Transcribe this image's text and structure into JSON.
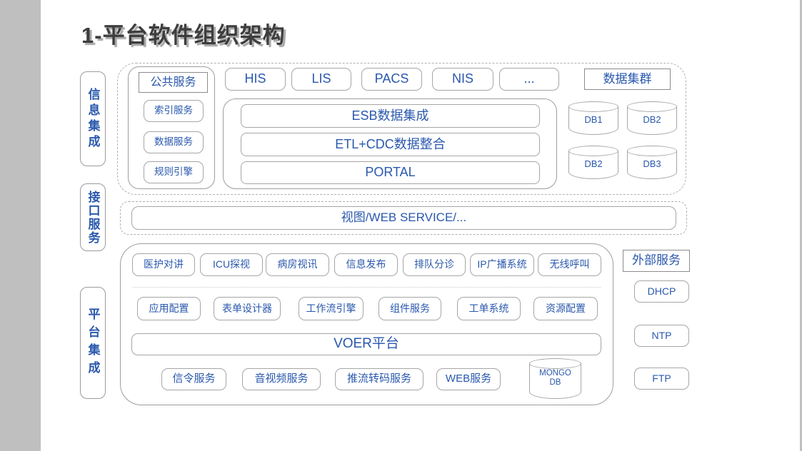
{
  "slide": {
    "title": "1-平台软件组织架构"
  },
  "colors": {
    "accent_blue": "#2a58ad",
    "border_gray": "#a6a6a6",
    "title_dark": "#3d3d3d",
    "margin_band_gray": "#bfbfbf"
  },
  "side_labels": {
    "info_integration": "信息集成",
    "interface_services": "接口服务",
    "platform_integration": "平台集成"
  },
  "top_section": {
    "public_services": {
      "title": "公共服务",
      "items": [
        "索引服务",
        "数据服务",
        "规则引擎"
      ]
    },
    "systems": [
      "HIS",
      "LIS",
      "PACS",
      "NIS",
      "..."
    ],
    "integration_stack": [
      "ESB数据集成",
      "ETL+CDC数据整合",
      "PORTAL"
    ],
    "data_cluster": {
      "title": "数据集群",
      "databases": [
        "DB1",
        "DB2",
        "DB2",
        "DB3"
      ]
    }
  },
  "middle_section": {
    "service_bus": "视图/WEB SERVICE/..."
  },
  "bottom_section": {
    "row1": [
      "医护对讲",
      "ICU探视",
      "病房视讯",
      "信息发布",
      "排队分诊",
      "IP广播系统",
      "无线呼叫"
    ],
    "row2": [
      "应用配置",
      "表单设计器",
      "工作流引擎",
      "组件服务",
      "工单系统",
      "资源配置"
    ],
    "platform": "VOER平台",
    "row3": [
      "信令服务",
      "音视频服务",
      "推流转码服务",
      "WEB服务"
    ],
    "database": "MONGO DB"
  },
  "external_services": {
    "title": "外部服务",
    "items": [
      "DHCP",
      "NTP",
      "FTP"
    ]
  }
}
